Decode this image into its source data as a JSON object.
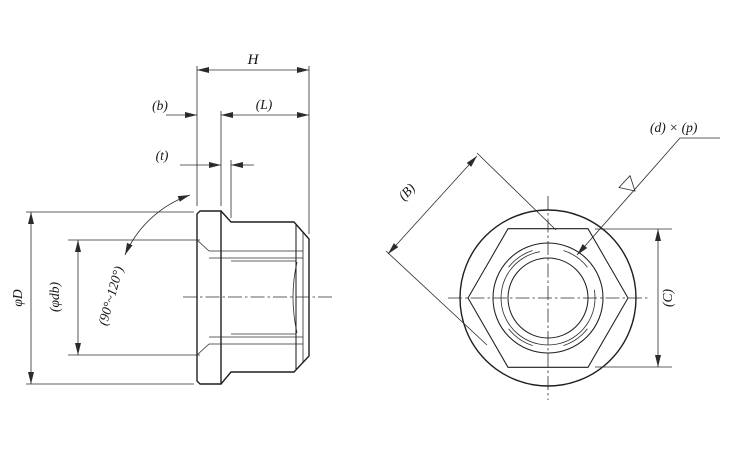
{
  "drawing": {
    "ink": "#1f1f1f",
    "background": "#ffffff"
  },
  "labels": {
    "H": "H",
    "b": "(b)",
    "L": "(L)",
    "t": "(t)",
    "phiD": "φD",
    "phidb": "(φdb)",
    "coneAngle": "(90°~120°)",
    "threadCallout": "(d) × (p)",
    "B": "(B)",
    "C": "(C)"
  }
}
